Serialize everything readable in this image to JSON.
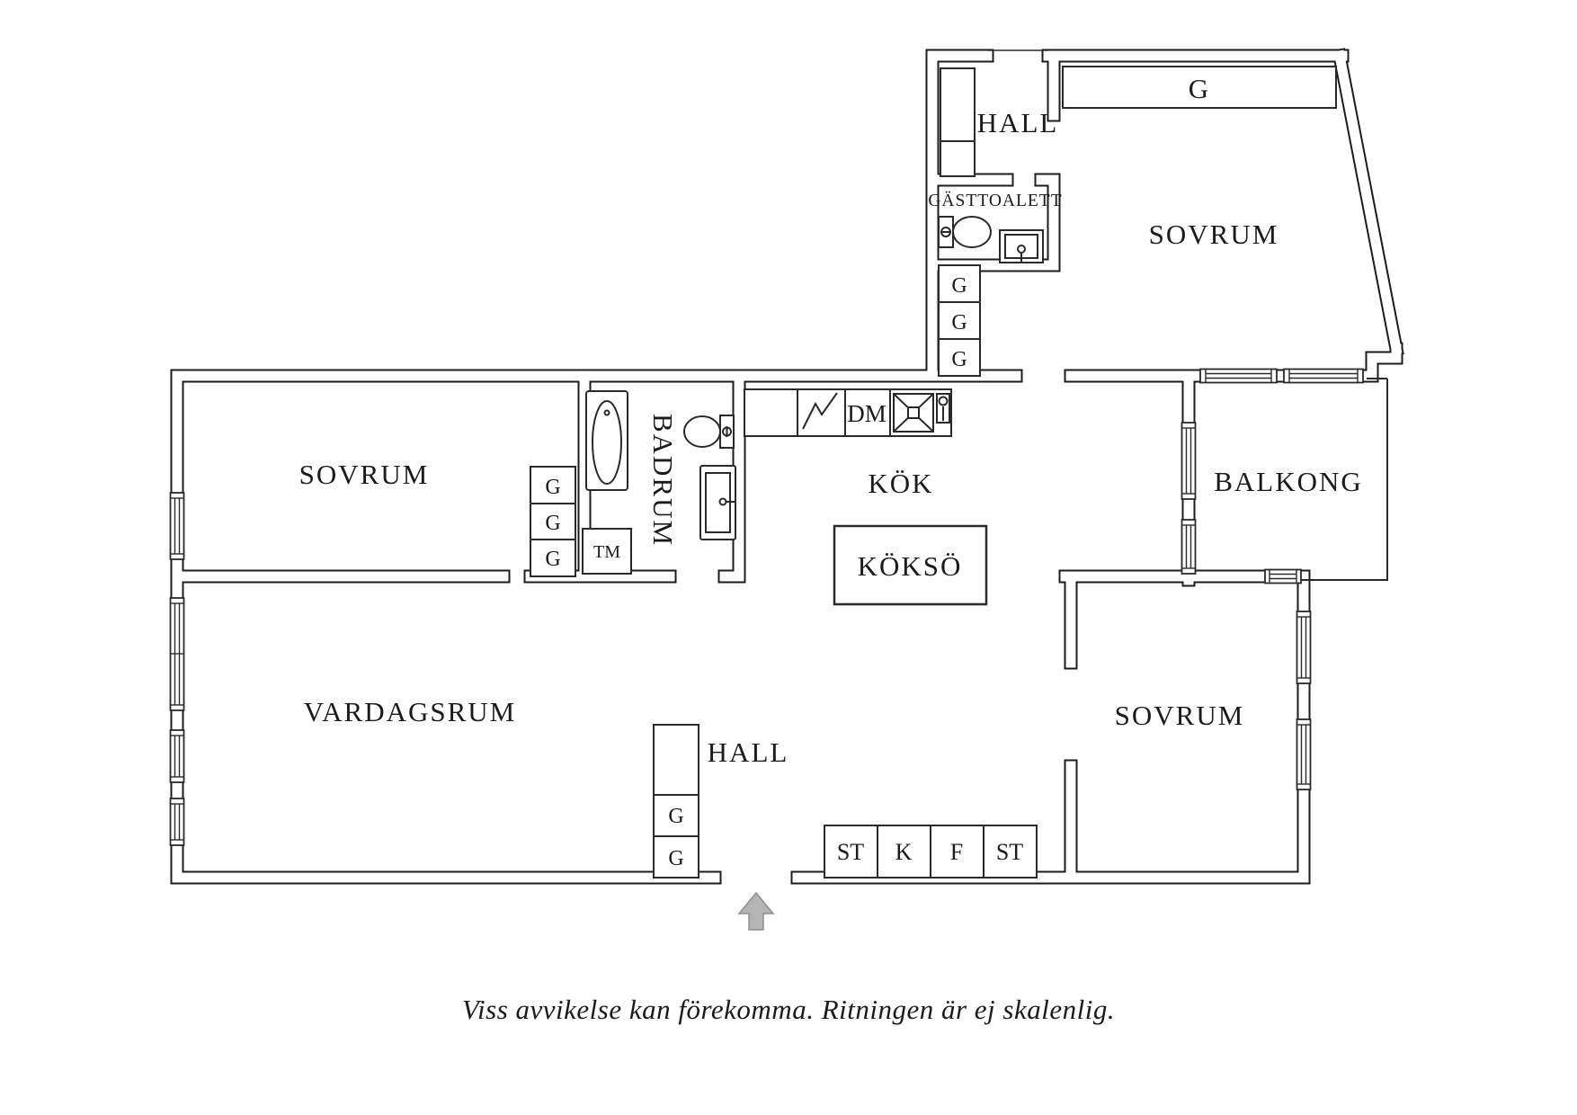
{
  "plan": {
    "rooms": {
      "hall_top": "HALL",
      "guest_wc": "GÄSTTOALETT",
      "bedroom_top": "SOVRUM",
      "balcony": "BALKONG",
      "kitchen": "KÖK",
      "kitchen_island": "KÖKSÖ",
      "bathroom": "BADRUM",
      "bedroom_left": "SOVRUM",
      "living_room": "VARDAGSRUM",
      "hall_main": "HALL",
      "bedroom_right": "SOVRUM"
    },
    "fixtures": {
      "wardrobe_long": "G",
      "washing_machine": "TM",
      "dishwasher": "DM",
      "corridor_wardrobes": [
        "G",
        "G",
        "G"
      ],
      "bedroom_wardrobes": [
        "G",
        "G",
        "G"
      ],
      "hall_wardrobes": [
        "G",
        "G"
      ],
      "hall_units": [
        "ST",
        "K",
        "F",
        "ST"
      ]
    },
    "caption": "Viss avvikelse kan förekomma. Ritningen är ej skalenlig.",
    "colors": {
      "wall": "#1c1c1c",
      "arrow": "#b4b4b4",
      "background": "#ffffff"
    }
  }
}
